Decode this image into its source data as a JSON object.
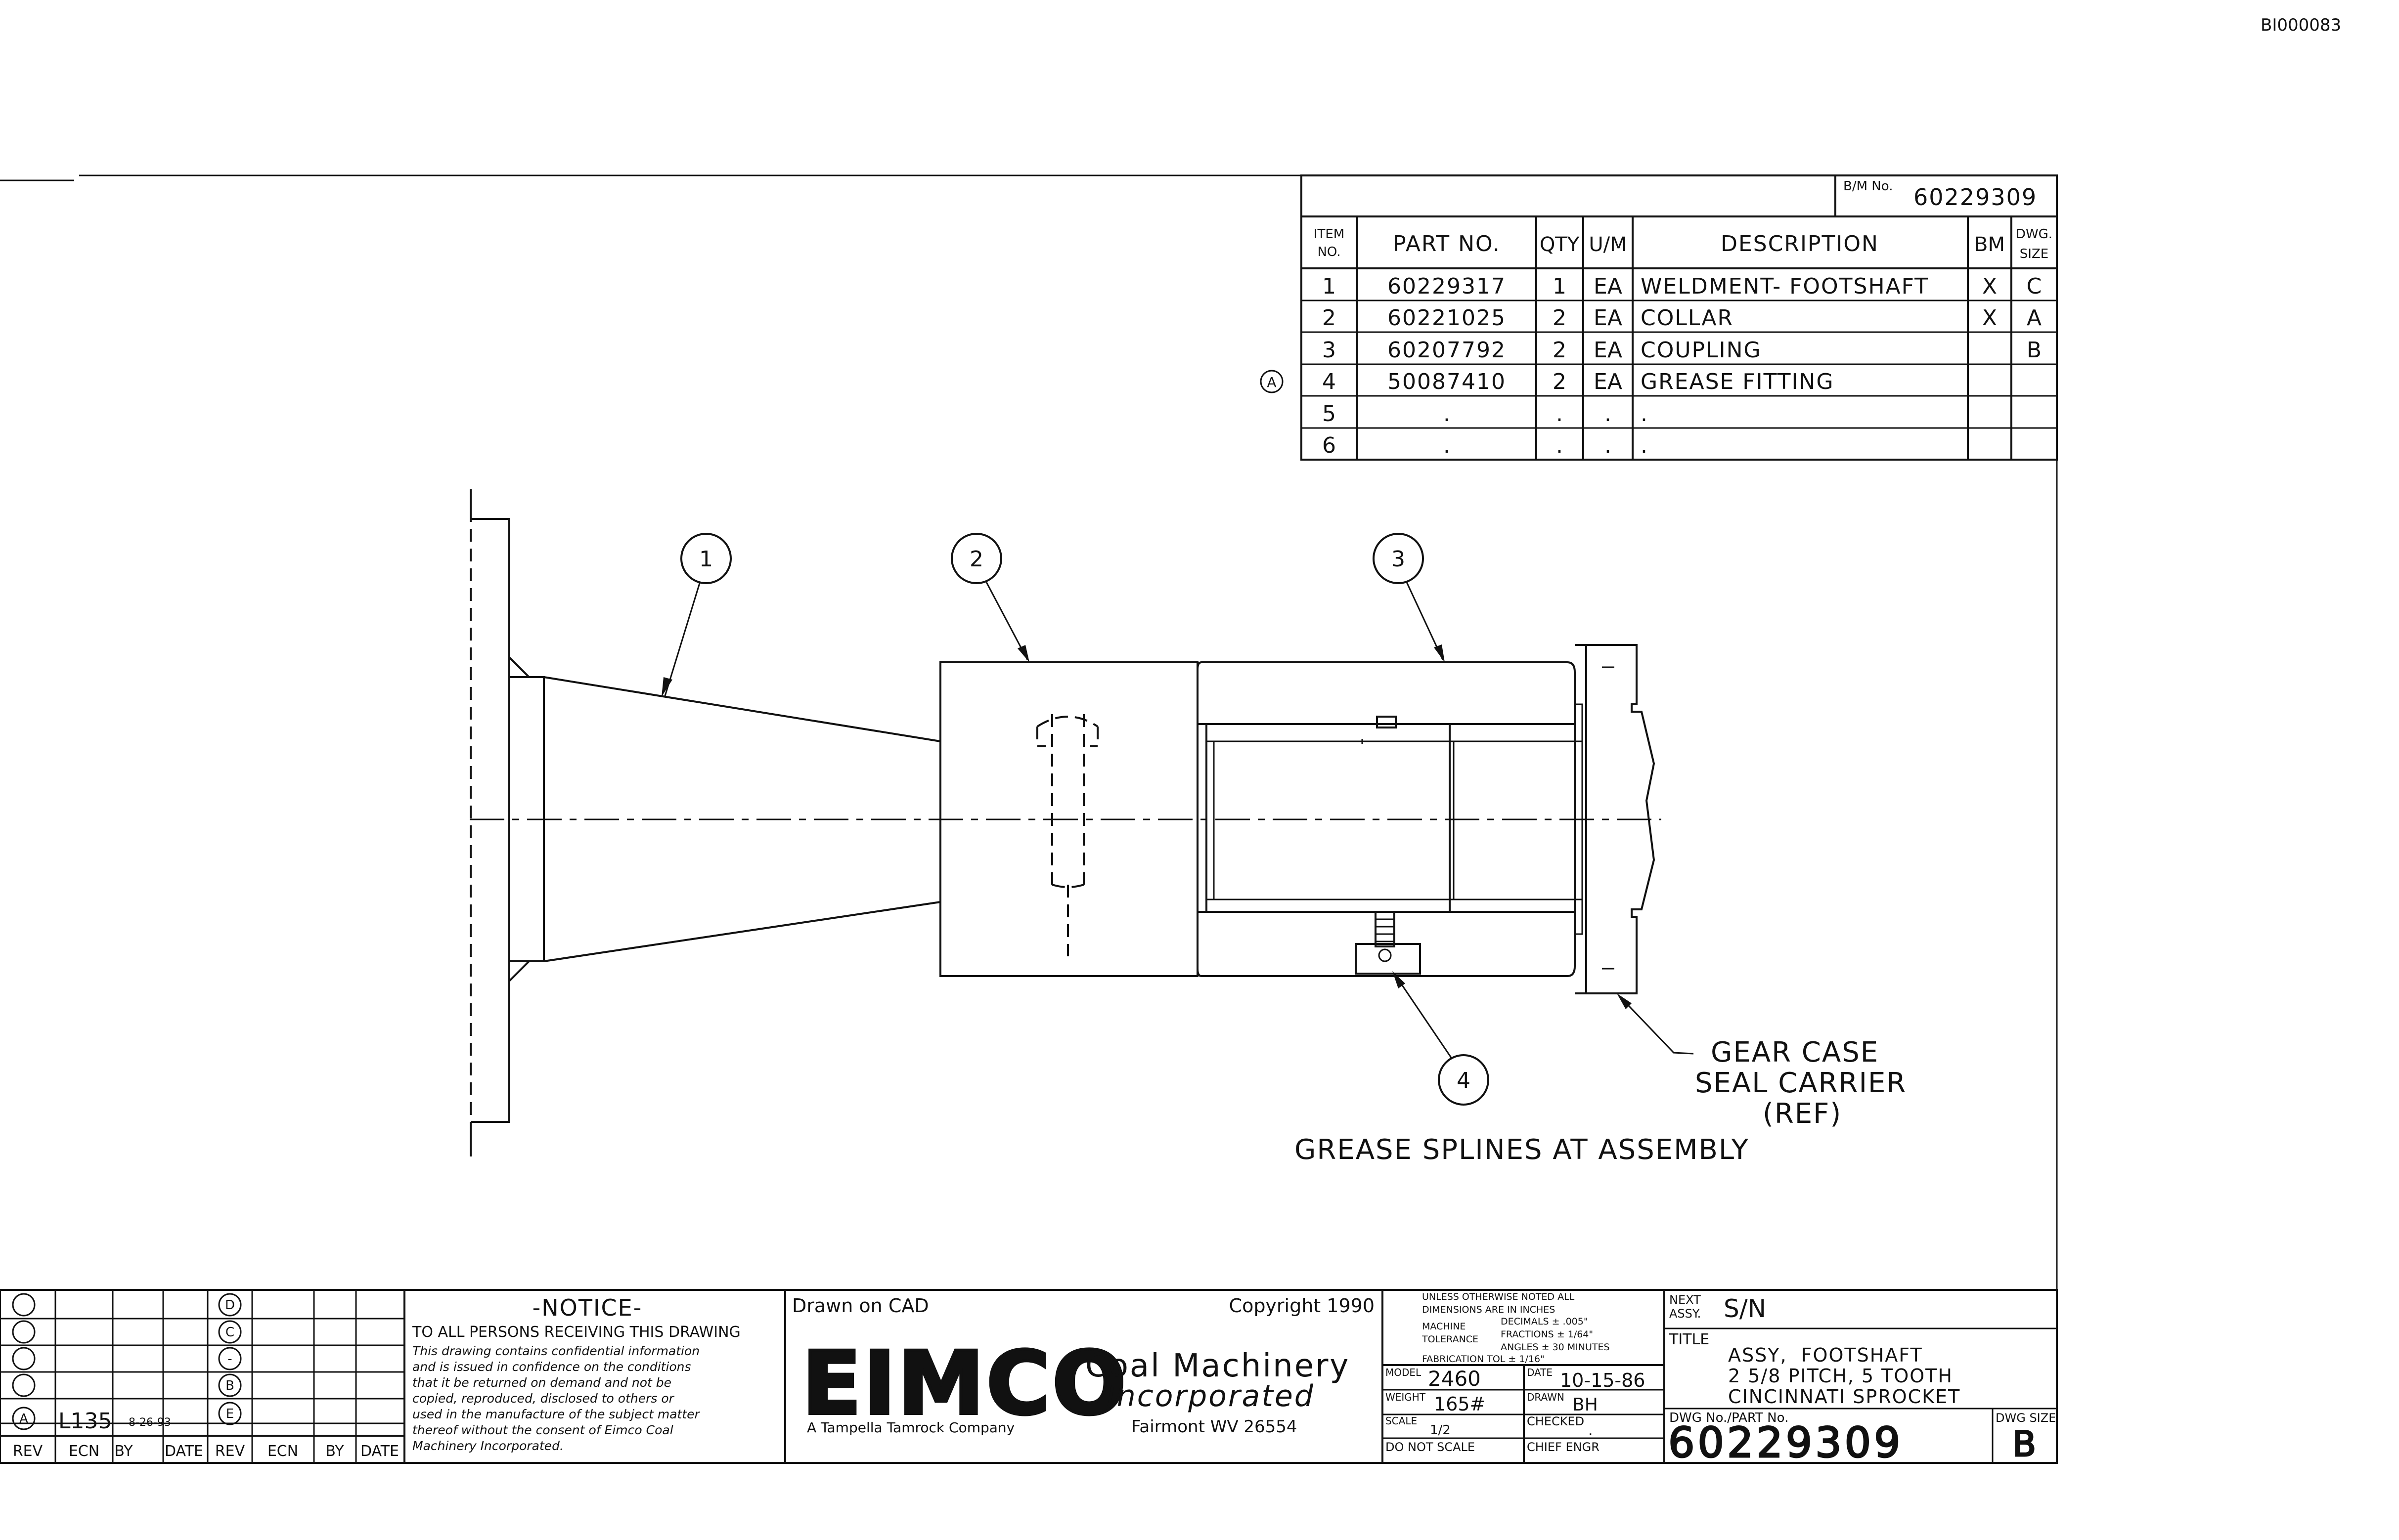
{
  "doc_id": "BI000083",
  "bom": {
    "bm_no_label": "B/M No.",
    "bm_no": "60229309",
    "headers": {
      "item_a": "ITEM",
      "item_b": "NO.",
      "part": "PART NO.",
      "qty": "QTY",
      "um": "U/M",
      "desc": "DESCRIPTION",
      "bm": "BM",
      "size_a": "DWG.",
      "size_b": "SIZE"
    },
    "rows": [
      {
        "item": "1",
        "part": "60229317",
        "qty": "1",
        "um": "EA",
        "desc": "WELDMENT- FOOTSHAFT",
        "bm": "X",
        "size": "C"
      },
      {
        "item": "2",
        "part": "60221025",
        "qty": "2",
        "um": "EA",
        "desc": "COLLAR",
        "bm": "X",
        "size": "A"
      },
      {
        "item": "3",
        "part": "60207792",
        "qty": "2",
        "um": "EA",
        "desc": "COUPLING",
        "bm": "",
        "size": "B"
      },
      {
        "item": "4",
        "part": "50087410",
        "qty": "2",
        "um": "EA",
        "desc": "GREASE FITTING",
        "bm": "",
        "size": ""
      },
      {
        "item": "5",
        "part": ".",
        "qty": ".",
        "um": ".",
        "desc": ".",
        "bm": "",
        "size": ""
      },
      {
        "item": "6",
        "part": ".",
        "qty": ".",
        "um": ".",
        "desc": ".",
        "bm": "",
        "size": ""
      }
    ],
    "rev_marker": "A"
  },
  "balloons": [
    "1",
    "2",
    "3",
    "4"
  ],
  "notes": {
    "gear_case_1": "GEAR CASE",
    "gear_case_2": "SEAL CARRIER",
    "gear_case_3": "(REF)",
    "grease": "GREASE SPLINES AT ASSEMBLY"
  },
  "revision_block": {
    "headers": [
      "REV",
      "ECN",
      "BY",
      "DATE",
      "REV",
      "ECN",
      "BY",
      "DATE"
    ],
    "entry_rev": "A",
    "entry_ecn": "L135",
    "entry_date": "8-26-93",
    "right_col_letters": [
      "D",
      "C",
      "-",
      "B",
      "E"
    ]
  },
  "notice": {
    "title": "-NOTICE-",
    "line1": "TO ALL PERSONS RECEIVING THIS DRAWING",
    "body": [
      "This drawing contains confidential information",
      "and is issued in confidence on the conditions",
      "that it be returned on demand and not be",
      "copied, reproduced, disclosed to others or",
      "used in the manufacture of the subject matter",
      "thereof without the consent of Eimco Coal",
      "Machinery Incorporated."
    ]
  },
  "company": {
    "drawn_on": "Drawn on CAD",
    "copyright": "Copyright 1990",
    "logo": "EIMCO",
    "name1": "Coal Machinery",
    "name2": "Incorporated",
    "tagline": "A Tampella Tamrock Company",
    "city": "Fairmont WV 26554"
  },
  "tolerance": {
    "l1": "UNLESS OTHERWISE NOTED ALL",
    "l2": "DIMENSIONS ARE IN INCHES",
    "l3a": "MACHINE",
    "l3b": "DECIMALS ± .005\"",
    "l4a": "TOLERANCE",
    "l4b": "FRACTIONS ± 1/64\"",
    "l5": "ANGLES ± 30 MINUTES",
    "l6": "FABRICATION TOL ± 1/16\""
  },
  "fields": {
    "model_label": "MODEL",
    "model": "2460",
    "date_label": "DATE",
    "date": "10-15-86",
    "weight_label": "WEIGHT",
    "weight": "165#",
    "drawn_label": "DRAWN",
    "drawn": "BH",
    "scale_label": "SCALE",
    "scale": "1/2",
    "checked_label": "CHECKED",
    "checked": ".",
    "noscale": "DO NOT SCALE",
    "chief_label": "CHIEF ENGR"
  },
  "title_block": {
    "next_a": "NEXT",
    "next_b": "ASSY.",
    "next_value": "S/N",
    "title_label": "TITLE",
    "title1": "ASSY,  FOOTSHAFT",
    "title2": "2 5/8 PITCH, 5 TOOTH",
    "title3": "CINCINNATI SPROCKET",
    "dwg_label": "DWG No./PART No.",
    "dwg_no": "60229309",
    "size_label": "DWG SIZE",
    "size": "B"
  }
}
